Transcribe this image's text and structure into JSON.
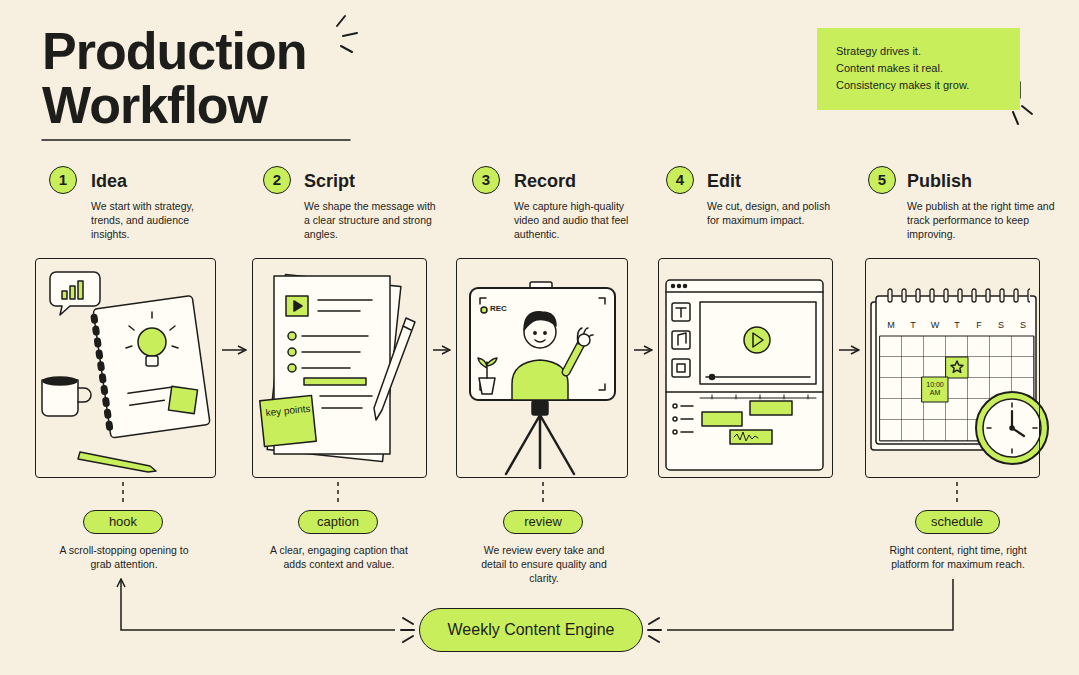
{
  "diagram": {
    "title": "Production Workflow",
    "nodes": [
      {
        "text": [
          "Strategy drives it.",
          "Content makes it real.",
          "Consistency makes it grow."
        ]
      },
      {
        "text": [
          "1"
        ]
      },
      {
        "text": [
          "Idea",
          "We start with strategy, trends, and audience insights."
        ]
      },
      {
        "text": [
          "2"
        ]
      },
      {
        "text": [
          "Script",
          "We shape the message with a clear structure and strong angles."
        ]
      },
      {
        "text": [
          "3"
        ]
      },
      {
        "text": [
          "Record",
          "We capture high-quality video and audio that feel authentic."
        ]
      },
      {
        "text": [
          "4"
        ]
      },
      {
        "text": [
          "Edit",
          "We cut, design, and polish for maximum impact."
        ]
      },
      {
        "text": [
          "5"
        ]
      },
      {
        "text": [
          "Publish",
          "We publish at the right time and track performance to keep improving."
        ]
      },
      {
        "text": [
          "hook",
          "A scroll-stopping opening to grab attention."
        ]
      },
      {
        "text": [
          "caption",
          "A clear, engaging caption that adds context and value."
        ]
      },
      {
        "text": [
          "review",
          "We review every take and detail to ensure quality and clarity."
        ]
      },
      {
        "text": [
          "schedule",
          "Right content, right time, right platform for maximum reach."
        ]
      },
      {
        "text": [
          "Weekly Content Engine"
        ]
      }
    ],
    "edges": [
      {
        "from": 2,
        "to": 4,
        "arrow": "to"
      },
      {
        "from": 4,
        "to": 6,
        "arrow": "to"
      },
      {
        "from": 6,
        "to": 8,
        "arrow": "to"
      },
      {
        "from": 8,
        "to": 10,
        "arrow": "to"
      },
      {
        "from": 2,
        "to": 11,
        "arrow": "none"
      },
      {
        "from": 4,
        "to": 12,
        "arrow": "none"
      },
      {
        "from": 6,
        "to": 13,
        "arrow": "none"
      },
      {
        "from": 10,
        "to": 14,
        "arrow": "none"
      },
      {
        "from": 15,
        "to": 11,
        "arrow": "to"
      },
      {
        "from": 14,
        "to": 15,
        "arrow": "none"
      }
    ],
    "labels": [
      "key points",
      "REC",
      "10:00 AM",
      "M",
      "T",
      "W",
      "T",
      "F",
      "S",
      "S"
    ]
  }
}
